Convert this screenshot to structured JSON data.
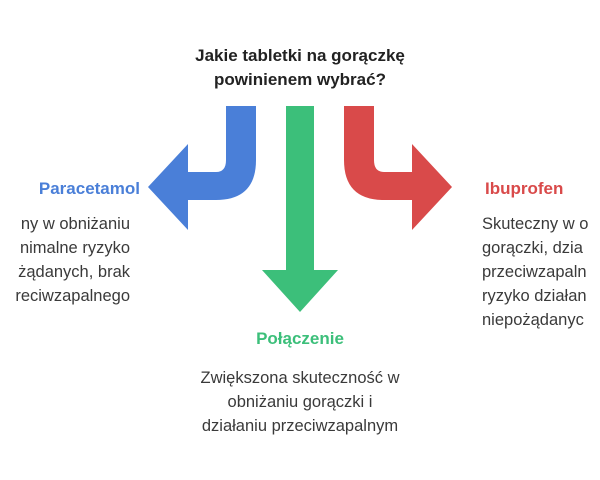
{
  "question": {
    "line1": "Jakie tabletki na gorączkę",
    "line2": "powinienem wybrać?"
  },
  "left": {
    "title": "Paracetamol",
    "color": "#4a7fd8",
    "lines": [
      "ny w obniżaniu",
      "nimalne ryzyko",
      "żądanych, brak",
      "reciwzapalnego"
    ]
  },
  "right": {
    "title": "Ibuprofen",
    "color": "#d94a4a",
    "lines": [
      "Skuteczny w o",
      "gorączki, dzia",
      "przeciwzapaln",
      "ryzyko działan",
      "niepożądanyc"
    ]
  },
  "center": {
    "title": "Połączenie",
    "color": "#3cbf7a",
    "lines": [
      "Zwiększona skuteczność w",
      "obniżaniu gorączki i",
      "działaniu przeciwzapalnym"
    ]
  }
}
